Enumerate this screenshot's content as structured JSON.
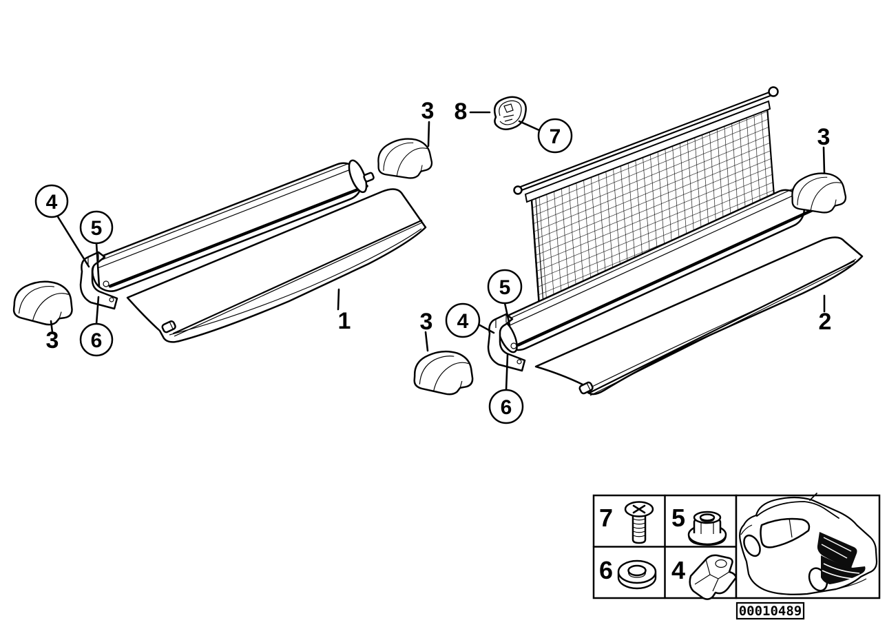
{
  "figure": {
    "part_labels": {
      "1": "1",
      "2": "2",
      "3": "3",
      "4": "4",
      "5": "5",
      "6": "6",
      "7": "7",
      "8": "8"
    }
  },
  "legend": {
    "items": [
      {
        "label": "7",
        "icon": "phillips-screw-icon"
      },
      {
        "label": "5",
        "icon": "flange-nut-icon"
      },
      {
        "label": "6",
        "icon": "washer-icon"
      },
      {
        "label": "4",
        "icon": "clamp-bracket-icon"
      }
    ],
    "vehicle_icon": "car-rear-three-quarter-icon"
  },
  "footer": {
    "diagram_id": "00010489"
  }
}
